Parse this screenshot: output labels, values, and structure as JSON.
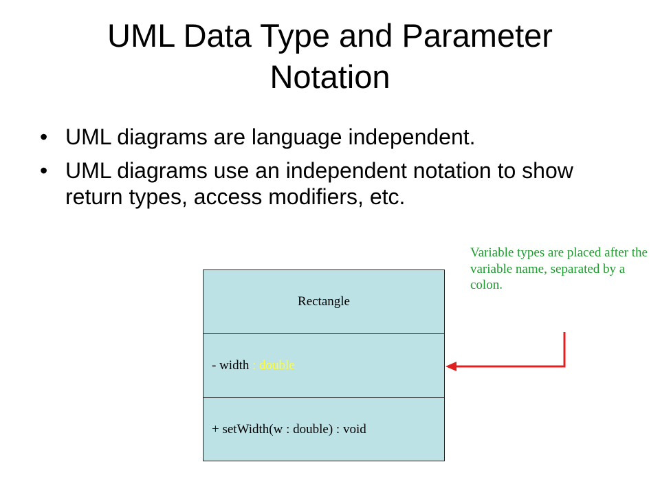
{
  "slide": {
    "title_line1": "UML Data Type and Parameter",
    "title_line2": "Notation",
    "bullets": [
      {
        "marker": "•",
        "text": "UML diagrams are language independent."
      },
      {
        "marker": "•",
        "text": "UML diagrams use an independent notation to show return types, access modifiers, etc."
      }
    ]
  },
  "uml_class": {
    "name": "Rectangle",
    "attribute": {
      "prefix": "- width",
      "separator": " : ",
      "type": "double"
    },
    "operation": "+ setWidth(w : double) : void"
  },
  "annotation": {
    "text": "Variable types are placed after the variable name, separated by a colon."
  },
  "colors": {
    "class_fill": "#bde2e6",
    "type_highlight": "#ffff33",
    "annotation_text": "#1e9a2e",
    "arrow": "#e02020"
  }
}
